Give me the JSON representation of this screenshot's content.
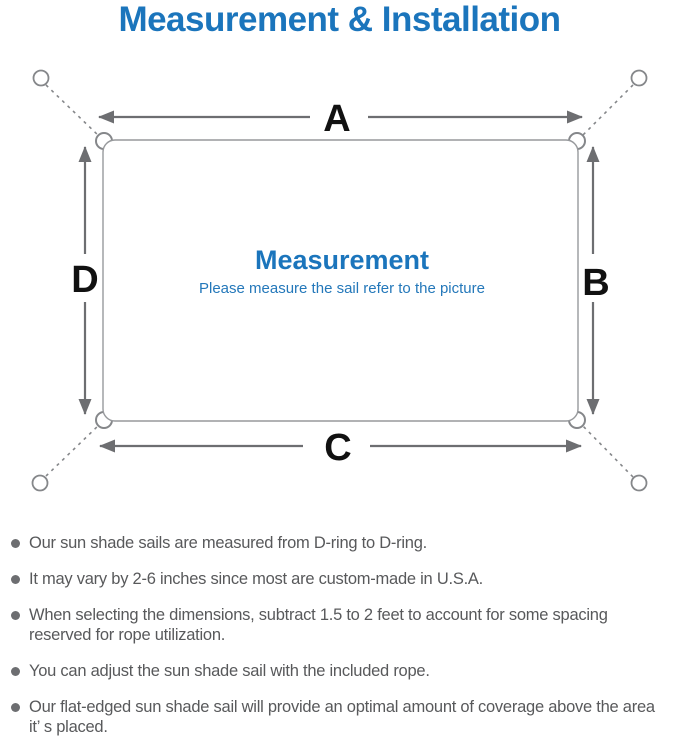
{
  "colors": {
    "blue": "#1b75bc",
    "subtitle_blue": "#2478ba",
    "line_gray": "#85878a",
    "arrow_gray": "#6d6e71",
    "label_black": "#111111",
    "text_gray": "#58595b"
  },
  "header": {
    "title": "Measurement & Installation"
  },
  "diagram": {
    "labels": {
      "top": "A",
      "right": "B",
      "bottom": "C",
      "left": "D"
    },
    "center_title": "Measurement",
    "center_subtitle": "Please measure the sail refer to the picture"
  },
  "bullets": [
    "Our sun shade sails are measured from D-ring to D-ring.",
    "It may vary by 2-6 inches since most are custom-made in U.S.A.",
    "When selecting the dimensions, subtract 1.5 to 2 feet to account for some spacing reserved for rope utilization.",
    "You can adjust the sun shade sail with the included rope.",
    "Our flat-edged sun shade sail will provide an optimal amount of coverage above the area it’ s placed."
  ]
}
